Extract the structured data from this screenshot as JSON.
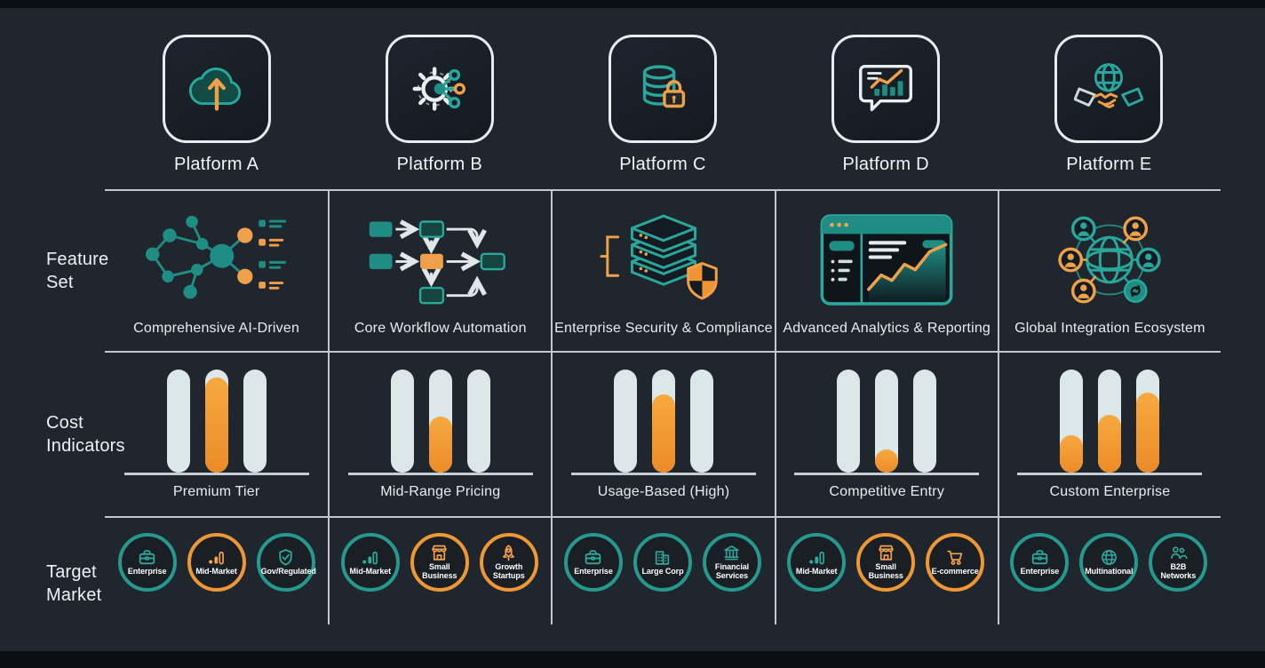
{
  "colors": {
    "teal": "#1f8d84",
    "teal_stroke": "#2aa79c",
    "orange": "#f0923a",
    "bar_track": "#dbe7e9",
    "grid_line": "#c0c7cd",
    "background": "#20262e",
    "text": "#eef1f3"
  },
  "row_headers": [
    {
      "line1": "Feature",
      "line2": "Set"
    },
    {
      "line1": "Cost",
      "line2": "Indicators"
    },
    {
      "line1": "Target",
      "line2": "Market"
    }
  ],
  "platforms": [
    {
      "name": "Platform A",
      "header_icon": "cloud-upload-icon",
      "feature": {
        "icon": "ai-network-icon",
        "label": "Comprehensive AI-Driven"
      },
      "cost": {
        "label": "Premium Tier",
        "bars_fill_percent": [
          0,
          92,
          0
        ]
      },
      "targets": [
        {
          "label": "Enterprise",
          "icon": "briefcase-icon",
          "color": "teal"
        },
        {
          "label": "Mid-Market",
          "icon": "bar-chart-icon",
          "color": "orange"
        },
        {
          "label": "Gov/Regulated",
          "icon": "shield-check-icon",
          "color": "teal"
        }
      ]
    },
    {
      "name": "Platform B",
      "header_icon": "gear-network-icon",
      "feature": {
        "icon": "workflow-icon",
        "label": "Core Workflow Automation"
      },
      "cost": {
        "label": "Mid-Range Pricing",
        "bars_fill_percent": [
          0,
          54,
          0
        ]
      },
      "targets": [
        {
          "label": "Mid-Market",
          "icon": "bar-chart-icon",
          "color": "teal"
        },
        {
          "label": "Small Business",
          "icon": "storefront-icon",
          "color": "orange"
        },
        {
          "label": "Growth Startups",
          "icon": "rocket-icon",
          "color": "orange"
        }
      ]
    },
    {
      "name": "Platform C",
      "header_icon": "database-lock-icon",
      "feature": {
        "icon": "server-shield-icon",
        "label": "Enterprise Security & Compliance"
      },
      "cost": {
        "label": "Usage-Based (High)",
        "bars_fill_percent": [
          0,
          76,
          0
        ]
      },
      "targets": [
        {
          "label": "Enterprise",
          "icon": "briefcase-icon",
          "color": "teal"
        },
        {
          "label": "Large Corp",
          "icon": "buildings-icon",
          "color": "teal"
        },
        {
          "label": "Financial Services",
          "icon": "bank-icon",
          "color": "teal"
        }
      ]
    },
    {
      "name": "Platform D",
      "header_icon": "chart-bubble-icon",
      "feature": {
        "icon": "analytics-dashboard-icon",
        "label": "Advanced Analytics & Reporting"
      },
      "cost": {
        "label": "Competitive Entry",
        "bars_fill_percent": [
          0,
          22,
          0
        ]
      },
      "targets": [
        {
          "label": "Mid-Market",
          "icon": "bar-chart-icon",
          "color": "teal"
        },
        {
          "label": "Small Business",
          "icon": "storefront-icon",
          "color": "orange"
        },
        {
          "label": "E-commerce",
          "icon": "shopping-cart-icon",
          "color": "orange"
        }
      ]
    },
    {
      "name": "Platform E",
      "header_icon": "globe-handshake-icon",
      "feature": {
        "icon": "integration-ecosystem-icon",
        "label": "Global Integration Ecosystem"
      },
      "cost": {
        "label": "Custom Enterprise",
        "bars_fill_percent": [
          36,
          56,
          78
        ]
      },
      "targets": [
        {
          "label": "Enterprise",
          "icon": "briefcase-icon",
          "color": "teal"
        },
        {
          "label": "Multinational",
          "icon": "globe-icon",
          "color": "teal"
        },
        {
          "label": "B2B Networks",
          "icon": "people-icon",
          "color": "teal"
        }
      ]
    }
  ]
}
